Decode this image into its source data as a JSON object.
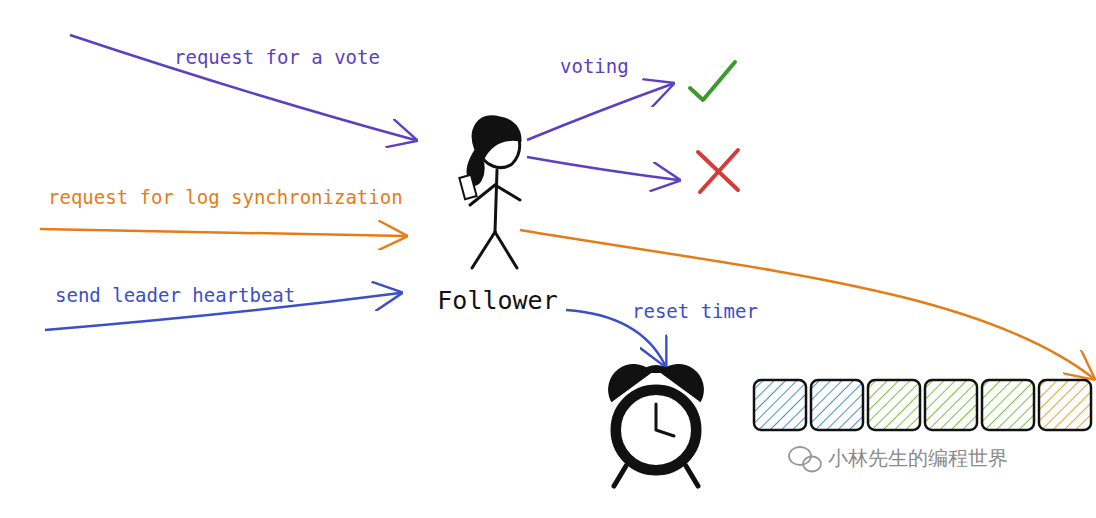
{
  "diagram": {
    "nodes": [
      {
        "text": [
          "Follower"
        ]
      }
    ],
    "labels": [
      "request for a vote",
      "voting",
      "request for log synchronization",
      "send leader heartbeat",
      "reset timer",
      "小林先生的编程世界"
    ]
  }
}
